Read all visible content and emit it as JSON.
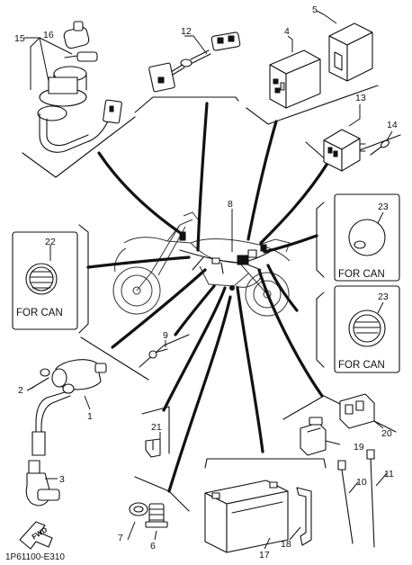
{
  "diagram_code": "1P61100-E310",
  "fwd_label": "FWD",
  "can_boxes": [
    {
      "label": "FOR CAN",
      "part": "22"
    },
    {
      "label": "FOR CAN",
      "part": "23"
    },
    {
      "label": "FOR CAN",
      "part": "23"
    }
  ],
  "callouts": {
    "c1": "1",
    "c2": "2",
    "c3": "3",
    "c4": "4",
    "c5": "5",
    "c6": "6",
    "c7": "7",
    "c8": "8",
    "c9": "9",
    "c10": "10",
    "c11": "11",
    "c12": "12",
    "c13": "13",
    "c14": "14",
    "c15": "15",
    "c16": "16",
    "c17": "17",
    "c18": "18",
    "c19": "19",
    "c20": "20",
    "c21": "21",
    "c22": "22",
    "c23a": "23",
    "c23b": "23"
  }
}
